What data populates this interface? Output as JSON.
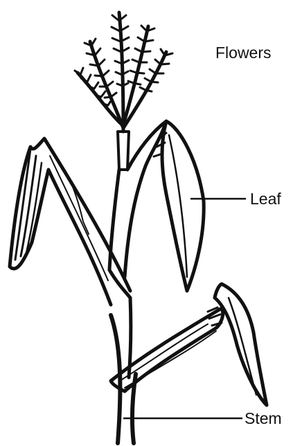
{
  "labels": {
    "flowers": "Flowers",
    "leaf": "Leaf",
    "stem": "Stem"
  },
  "colors": {
    "ink": "#111111",
    "background": "#ffffff"
  }
}
